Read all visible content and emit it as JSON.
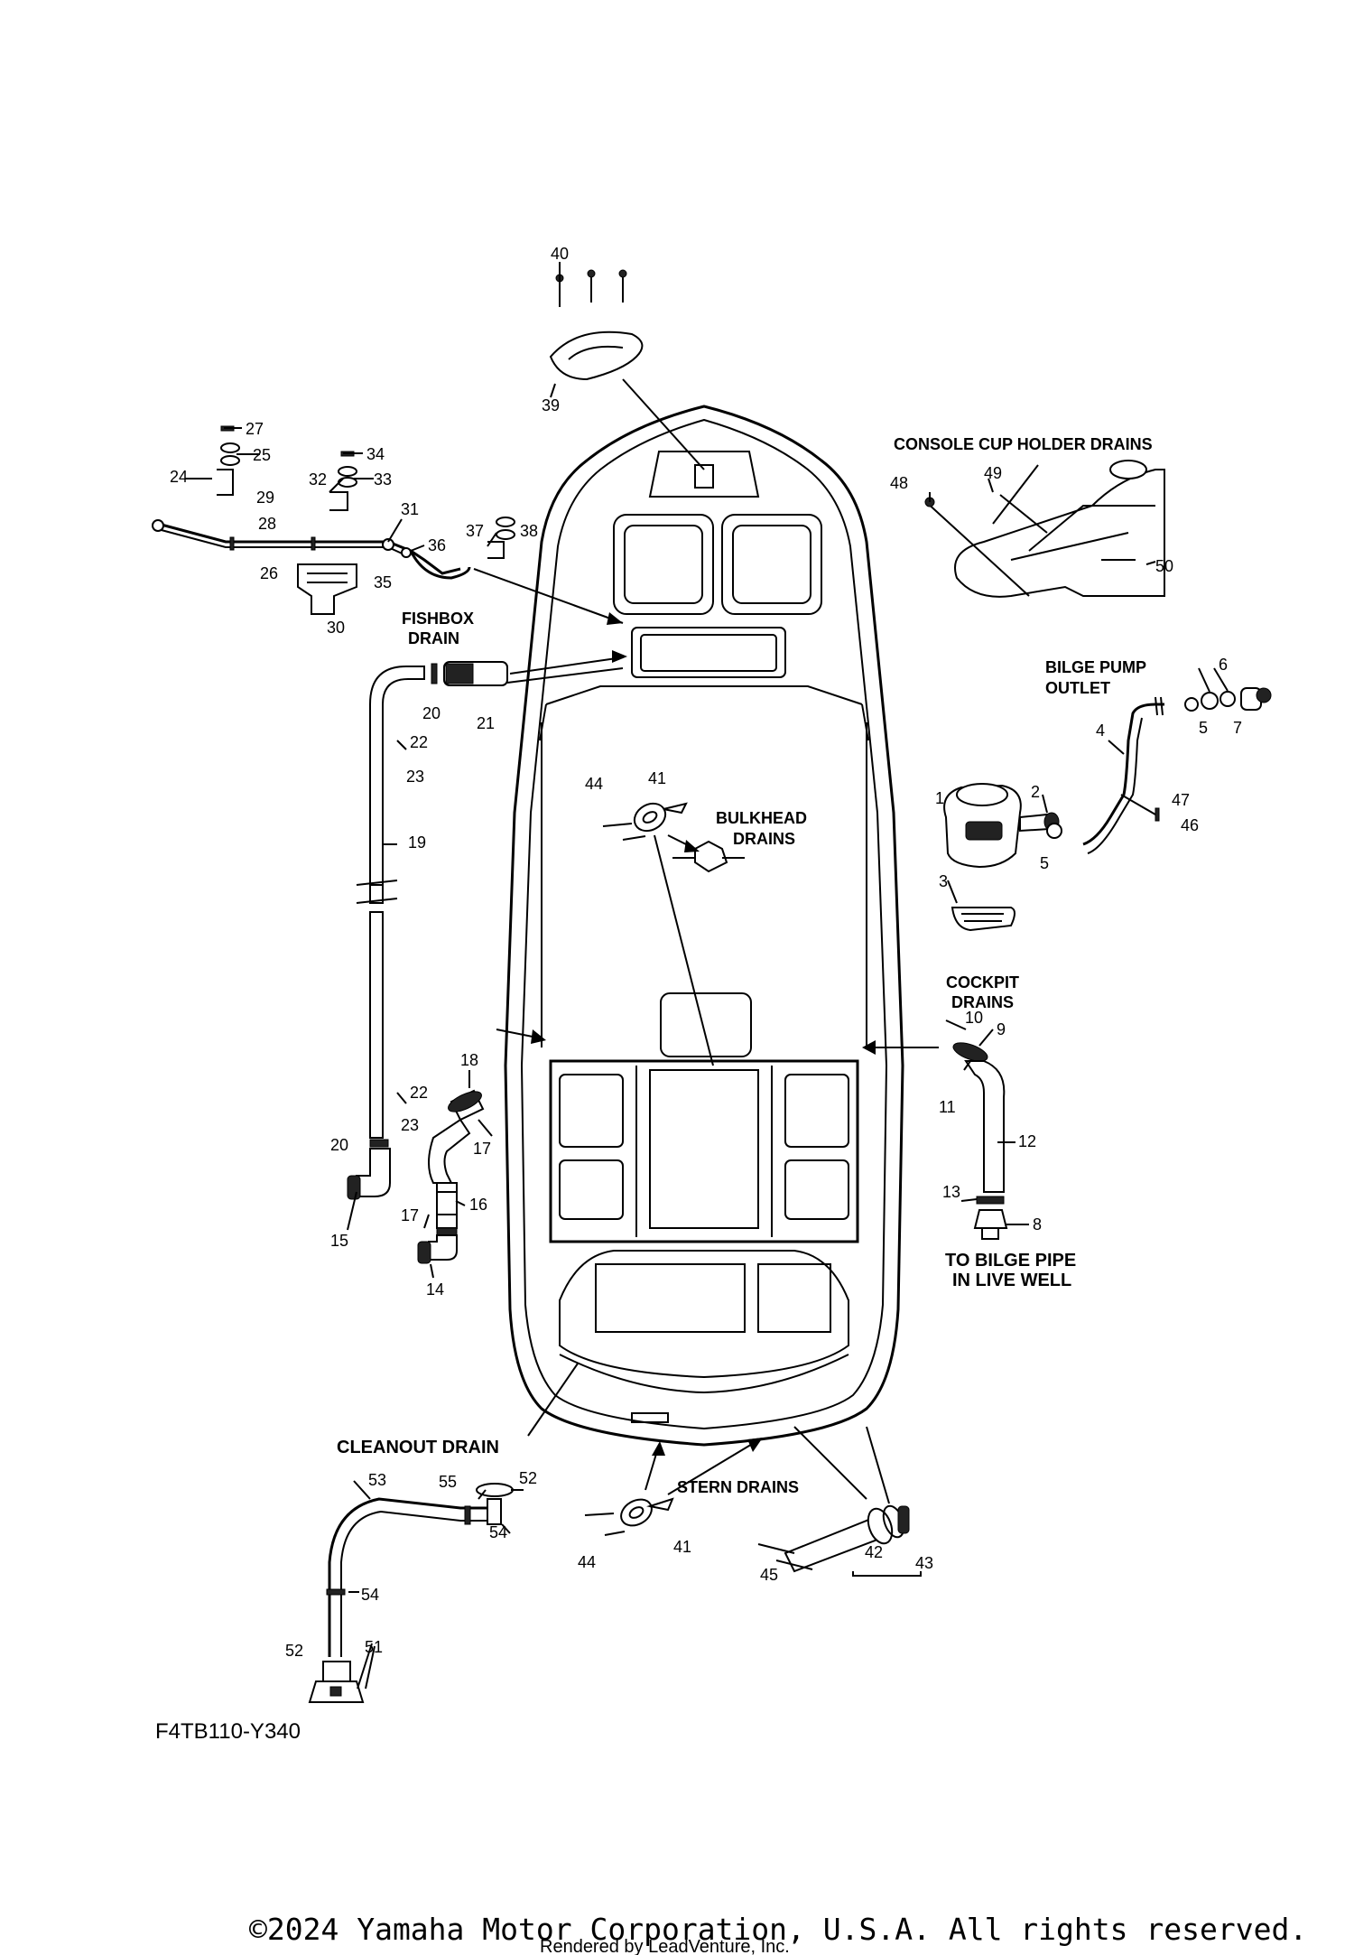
{
  "labels": {
    "console_cup_holder_drains": "CONSOLE CUP HOLDER DRAINS",
    "fishbox_drain_l1": "FISHBOX",
    "fishbox_drain_l2": "DRAIN",
    "bilge_pump_outlet_l1": "BILGE PUMP",
    "bilge_pump_outlet_l2": "OUTLET",
    "bulkhead_drains_l1": "BULKHEAD",
    "bulkhead_drains_l2": "DRAINS",
    "cockpit_drains_l1": "COCKPIT",
    "cockpit_drains_l2": "DRAINS",
    "to_bilge_pipe_l1": "TO BILGE PIPE",
    "to_bilge_pipe_l2": "IN LIVE WELL",
    "cleanout_drain": "CLEANOUT DRAIN",
    "stern_drains": "STERN DRAINS"
  },
  "diagram_code": "F4TB110-Y340",
  "copyright": "©2024 Yamaha Motor Corporation, U.S.A. All rights reserved.",
  "rendered_by": "Rendered by LeadVenture, Inc.",
  "callouts": [
    {
      "id": "c40",
      "text": "40"
    },
    {
      "id": "c39",
      "text": "39"
    },
    {
      "id": "c27",
      "text": "27"
    },
    {
      "id": "c25",
      "text": "25"
    },
    {
      "id": "c24",
      "text": "24"
    },
    {
      "id": "c34",
      "text": "34"
    },
    {
      "id": "c32",
      "text": "32"
    },
    {
      "id": "c33",
      "text": "33"
    },
    {
      "id": "c29",
      "text": "29"
    },
    {
      "id": "c28",
      "text": "28"
    },
    {
      "id": "c31",
      "text": "31"
    },
    {
      "id": "c36",
      "text": "36"
    },
    {
      "id": "c37",
      "text": "37"
    },
    {
      "id": "c38",
      "text": "38"
    },
    {
      "id": "c26",
      "text": "26"
    },
    {
      "id": "c35",
      "text": "35"
    },
    {
      "id": "c30",
      "text": "30"
    },
    {
      "id": "c48",
      "text": "48"
    },
    {
      "id": "c49",
      "text": "49"
    },
    {
      "id": "c50",
      "text": "50"
    },
    {
      "id": "c20a",
      "text": "20"
    },
    {
      "id": "c21",
      "text": "21"
    },
    {
      "id": "c22a",
      "text": "22"
    },
    {
      "id": "c23a",
      "text": "23"
    },
    {
      "id": "c19",
      "text": "19"
    },
    {
      "id": "c6",
      "text": "6"
    },
    {
      "id": "c5a",
      "text": "5"
    },
    {
      "id": "c7",
      "text": "7"
    },
    {
      "id": "c4",
      "text": "4"
    },
    {
      "id": "c47",
      "text": "47"
    },
    {
      "id": "c46",
      "text": "46"
    },
    {
      "id": "c1",
      "text": "1"
    },
    {
      "id": "c2",
      "text": "2"
    },
    {
      "id": "c5b",
      "text": "5"
    },
    {
      "id": "c3",
      "text": "3"
    },
    {
      "id": "c44a",
      "text": "44"
    },
    {
      "id": "c41a",
      "text": "41"
    },
    {
      "id": "c10",
      "text": "10"
    },
    {
      "id": "c9",
      "text": "9"
    },
    {
      "id": "c11",
      "text": "11"
    },
    {
      "id": "c12",
      "text": "12"
    },
    {
      "id": "c13",
      "text": "13"
    },
    {
      "id": "c8",
      "text": "8"
    },
    {
      "id": "c18",
      "text": "18"
    },
    {
      "id": "c17a",
      "text": "17"
    },
    {
      "id": "c22b",
      "text": "22"
    },
    {
      "id": "c23b",
      "text": "23"
    },
    {
      "id": "c20b",
      "text": "20"
    },
    {
      "id": "c16",
      "text": "16"
    },
    {
      "id": "c17b",
      "text": "17"
    },
    {
      "id": "c15",
      "text": "15"
    },
    {
      "id": "c14",
      "text": "14"
    },
    {
      "id": "c53",
      "text": "53"
    },
    {
      "id": "c55",
      "text": "55"
    },
    {
      "id": "c52a",
      "text": "52"
    },
    {
      "id": "c54a",
      "text": "54"
    },
    {
      "id": "c54b",
      "text": "54"
    },
    {
      "id": "c52b",
      "text": "52"
    },
    {
      "id": "c51",
      "text": "51"
    },
    {
      "id": "c44b",
      "text": "44"
    },
    {
      "id": "c41b",
      "text": "41"
    },
    {
      "id": "c42",
      "text": "42"
    },
    {
      "id": "c45",
      "text": "45"
    },
    {
      "id": "c43",
      "text": "43"
    }
  ]
}
